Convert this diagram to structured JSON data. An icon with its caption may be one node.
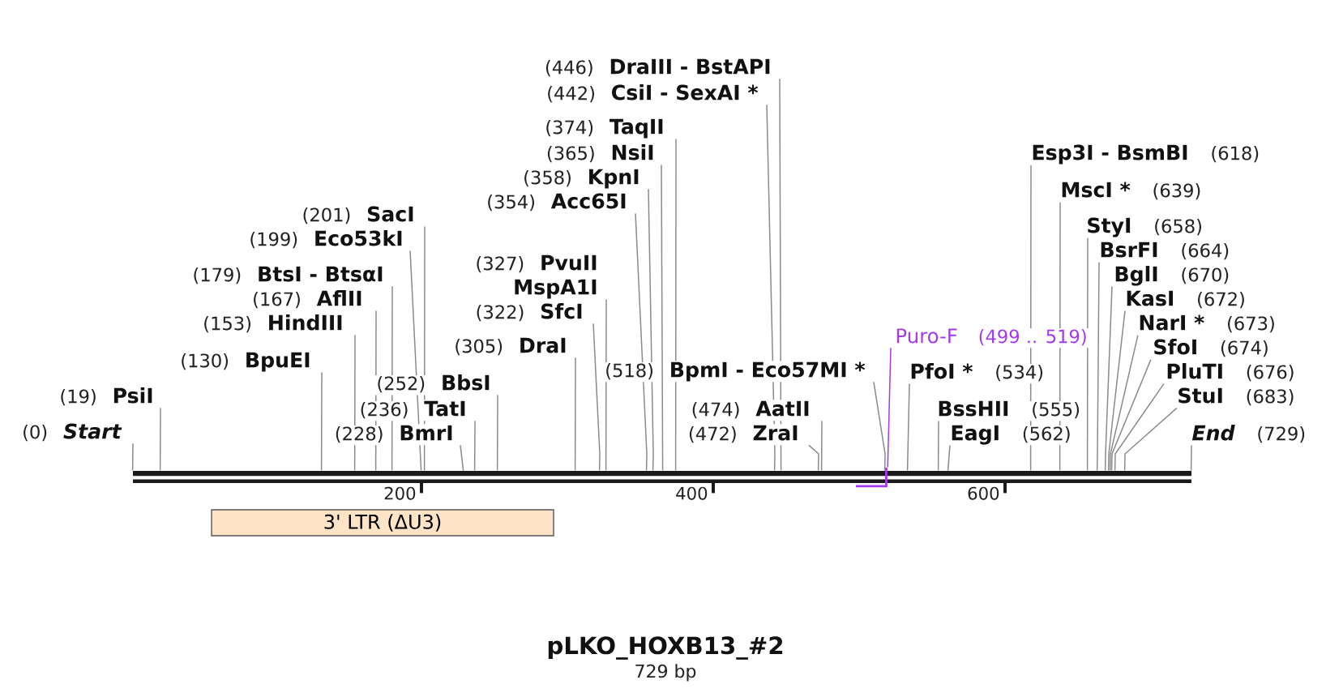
{
  "diagram": {
    "title": "pLKO_HOXB13_#2",
    "caption": "729 bp",
    "nodes": [
      {
        "text": [
          "Start"
        ],
        "beside": [
          "(0)"
        ]
      },
      {
        "text": [
          "PsiI"
        ],
        "beside": [
          "(19)"
        ]
      },
      {
        "text": [
          "BpuEI"
        ],
        "beside": [
          "(130)"
        ]
      },
      {
        "text": [
          "HindIII"
        ],
        "beside": [
          "(153)"
        ]
      },
      {
        "text": [
          "AflII"
        ],
        "beside": [
          "(167)"
        ]
      },
      {
        "text": [
          "BtsI - BtsαI"
        ],
        "beside": [
          "(179)"
        ]
      },
      {
        "text": [
          "Eco53kI"
        ],
        "beside": [
          "(199)"
        ]
      },
      {
        "text": [
          "SacI"
        ],
        "beside": [
          "(201)"
        ]
      },
      {
        "text": [
          "BmrI"
        ],
        "beside": [
          "(228)"
        ]
      },
      {
        "text": [
          "TatI"
        ],
        "beside": [
          "(236)"
        ]
      },
      {
        "text": [
          "BbsI"
        ],
        "beside": [
          "(252)"
        ]
      },
      {
        "text": [
          "DraI"
        ],
        "beside": [
          "(305)"
        ]
      },
      {
        "text": [
          "SfcI"
        ],
        "beside": [
          "(322)"
        ]
      },
      {
        "text": [
          "PvuII",
          "MspA1I"
        ],
        "beside": [
          "(327)"
        ]
      },
      {
        "text": [
          "Acc65I"
        ],
        "beside": [
          "(354)"
        ]
      },
      {
        "text": [
          "KpnI"
        ],
        "beside": [
          "(358)"
        ]
      },
      {
        "text": [
          "NsiI"
        ],
        "beside": [
          "(365)"
        ]
      },
      {
        "text": [
          "TaqII"
        ],
        "beside": [
          "(374)"
        ]
      },
      {
        "text": [
          "CsiI - SexAI *"
        ],
        "beside": [
          "(442)"
        ]
      },
      {
        "text": [
          "DraIII - BstAPI"
        ],
        "beside": [
          "(446)"
        ]
      },
      {
        "text": [
          "ZraI"
        ],
        "beside": [
          "(472)"
        ]
      },
      {
        "text": [
          "AatII"
        ],
        "beside": [
          "(474)"
        ]
      },
      {
        "text": [
          "BpmI - Eco57MI *"
        ],
        "beside": [
          "(518)"
        ]
      },
      {
        "text": [
          "Puro-F"
        ],
        "beside": [
          "(499 .. 519)"
        ]
      },
      {
        "text": [
          "PfoI *"
        ],
        "beside": [
          "(534)"
        ]
      },
      {
        "text": [
          "BssHII"
        ],
        "beside": [
          "(555)"
        ]
      },
      {
        "text": [
          "EagI"
        ],
        "beside": [
          "(562)"
        ]
      },
      {
        "text": [
          "Esp3I - BsmBI"
        ],
        "beside": [
          "(618)"
        ]
      },
      {
        "text": [
          "MscI *"
        ],
        "beside": [
          "(639)"
        ]
      },
      {
        "text": [
          "StyI"
        ],
        "beside": [
          "(658)"
        ]
      },
      {
        "text": [
          "BsrFI"
        ],
        "beside": [
          "(664)"
        ]
      },
      {
        "text": [
          "BglI"
        ],
        "beside": [
          "(670)"
        ]
      },
      {
        "text": [
          "KasI"
        ],
        "beside": [
          "(672)"
        ]
      },
      {
        "text": [
          "NarI *"
        ],
        "beside": [
          "(673)"
        ]
      },
      {
        "text": [
          "SfoI"
        ],
        "beside": [
          "(674)"
        ]
      },
      {
        "text": [
          "PluTI"
        ],
        "beside": [
          "(676)"
        ]
      },
      {
        "text": [
          "StuI"
        ],
        "beside": [
          "(683)"
        ]
      },
      {
        "text": [
          "End"
        ],
        "beside": [
          "(729)"
        ]
      },
      {
        "text": [],
        "shape": "bar"
      },
      {
        "text": [],
        "shape": "line"
      },
      {
        "text": [
          "3' LTR (ΔU3)"
        ]
      }
    ],
    "edges": [
      {
        "from": 0,
        "to": 38,
        "arrow": "none"
      },
      {
        "from": 1,
        "to": 38,
        "arrow": "none"
      },
      {
        "from": 2,
        "to": 38,
        "arrow": "none"
      },
      {
        "from": 3,
        "to": 38,
        "arrow": "none"
      },
      {
        "from": 4,
        "to": 38,
        "arrow": "none"
      },
      {
        "from": 5,
        "to": 38,
        "arrow": "none"
      },
      {
        "from": 6,
        "to": 38,
        "arrow": "none"
      },
      {
        "from": 7,
        "to": 38,
        "arrow": "none"
      },
      {
        "from": 8,
        "to": 38,
        "arrow": "none"
      },
      {
        "from": 9,
        "to": 38,
        "arrow": "none"
      },
      {
        "from": 10,
        "to": 38,
        "arrow": "none"
      },
      {
        "from": 11,
        "to": 38,
        "arrow": "none"
      },
      {
        "from": 12,
        "to": 38,
        "arrow": "none"
      },
      {
        "from": 13,
        "to": 38,
        "arrow": "none"
      },
      {
        "from": 14,
        "to": 38,
        "arrow": "none"
      },
      {
        "from": 15,
        "to": 38,
        "arrow": "none"
      },
      {
        "from": 16,
        "to": 38,
        "arrow": "none"
      },
      {
        "from": 17,
        "to": 38,
        "arrow": "none"
      },
      {
        "from": 18,
        "to": 38,
        "arrow": "none"
      },
      {
        "from": 19,
        "to": 38,
        "arrow": "none"
      },
      {
        "from": 20,
        "to": 38,
        "arrow": "none"
      },
      {
        "from": 21,
        "to": 38,
        "arrow": "none"
      },
      {
        "from": 22,
        "to": 38,
        "arrow": "none"
      },
      {
        "from": 23,
        "to": 39,
        "arrow": "none",
        "color": "#a23bf0"
      },
      {
        "from": 24,
        "to": 38,
        "arrow": "none"
      },
      {
        "from": 25,
        "to": 38,
        "arrow": "none"
      },
      {
        "from": 26,
        "to": 38,
        "arrow": "none"
      },
      {
        "from": 27,
        "to": 38,
        "arrow": "none"
      },
      {
        "from": 28,
        "to": 38,
        "arrow": "none"
      },
      {
        "from": 29,
        "to": 38,
        "arrow": "none"
      },
      {
        "from": 30,
        "to": 38,
        "arrow": "none"
      },
      {
        "from": 31,
        "to": 38,
        "arrow": "none"
      },
      {
        "from": 32,
        "to": 38,
        "arrow": "none"
      },
      {
        "from": 33,
        "to": 38,
        "arrow": "none"
      },
      {
        "from": 34,
        "to": 38,
        "arrow": "none"
      },
      {
        "from": 35,
        "to": 38,
        "arrow": "none"
      },
      {
        "from": 36,
        "to": 38,
        "arrow": "none"
      },
      {
        "from": 37,
        "to": 38,
        "arrow": "none"
      }
    ],
    "labels": [
      "200",
      "400",
      "600"
    ]
  }
}
